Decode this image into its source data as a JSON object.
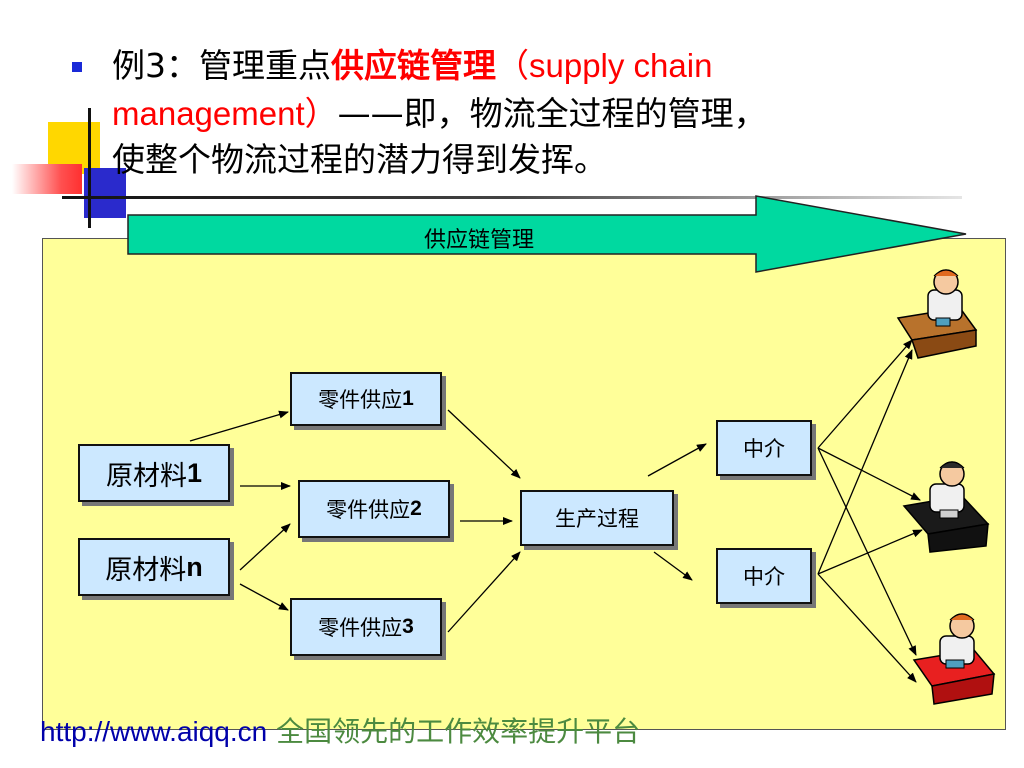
{
  "header": {
    "line1_prefix": "例3：管理重点",
    "line1_highlight": "供应链管理",
    "line1_suffix": "（supply  chain",
    "line2_red": "management）",
    "line2_black": "——即，物流全过程的管理，",
    "line3": "使整个物流过程的潜力得到发挥。"
  },
  "diagram": {
    "arrow_label": "供应链管理",
    "boxes": {
      "raw1_text": "原材料",
      "raw1_num": "1",
      "rawn_text": "原材料",
      "rawn_num": "n",
      "part1_text": "零件供应",
      "part1_num": "1",
      "part2_text": "零件供应",
      "part2_num": "2",
      "part3_text": "零件供应",
      "part3_num": "3",
      "production": "生产过程",
      "agent1": "中介",
      "agent2": "中介"
    },
    "customers": [
      "customer-1",
      "customer-2",
      "customer-3"
    ]
  },
  "footer": {
    "url": "http://www.aiqq.cn",
    "slogan": " 全国领先的工作效率提升平台"
  },
  "colors": {
    "panel": "#ffff99",
    "box_fill": "#cce8ff",
    "arrow_fill": "#00d9a0",
    "highlight_red": "#ff0000",
    "bullet_blue": "#1a2ad8",
    "footer_green": "#4c8a40"
  }
}
